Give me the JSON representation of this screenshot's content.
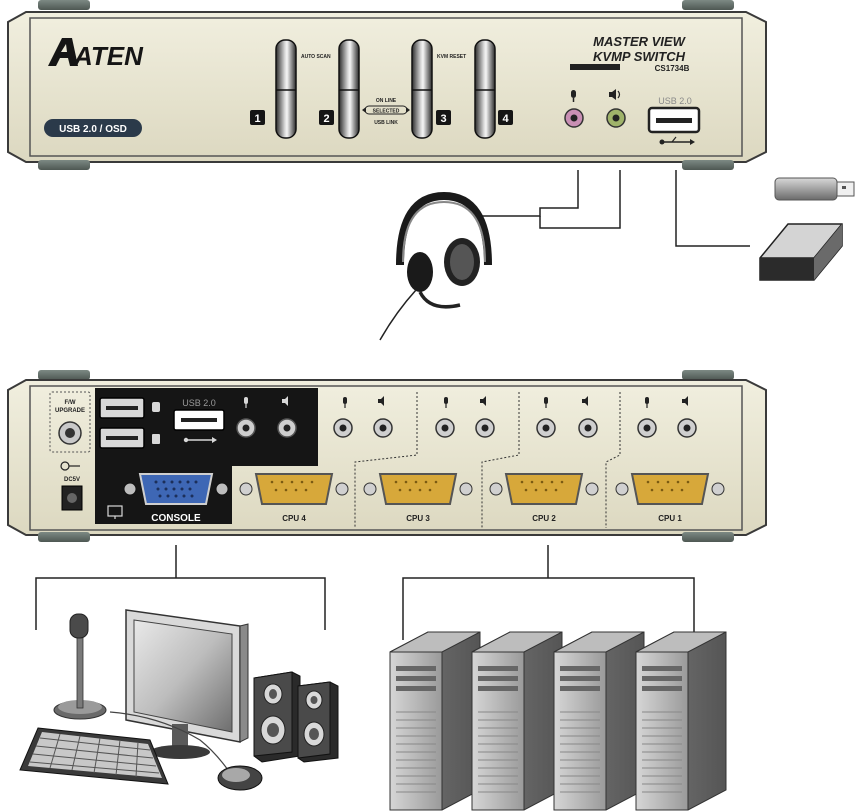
{
  "front_panel": {
    "brand": "ATEN",
    "model_line1": "MASTER VIEW",
    "model_line2": "KVMP SWITCH",
    "model_number": "CS1734B",
    "usb_osd_label": "USB 2.0 / OSD",
    "auto_scan_label": "AUTO SCAN",
    "kvm_reset_label": "KVM RESET",
    "online_label": "ON LINE",
    "selected_label": "SELECTED",
    "usb_link_label": "USB LINK",
    "port_numbers": [
      "1",
      "2",
      "3",
      "4"
    ],
    "usb_port_label": "USB 2.0"
  },
  "rear_panel": {
    "fw_label_line1": "F/W",
    "fw_label_line2": "UPGRADE",
    "power_label": "DC5V",
    "usb_label": "USB 2.0",
    "console_label": "CONSOLE",
    "cpu_labels": [
      "CPU 4",
      "CPU 3",
      "CPU 2",
      "CPU 1"
    ]
  },
  "colors": {
    "panel": "#e9e6d2",
    "panel_border": "#3a3a3a",
    "rear_black": "#151515",
    "vga_blue": "#3e67b5",
    "vga_gold": "#d7a83a",
    "mic_pink": "#c98fb4",
    "speaker_green": "#9fb36a"
  }
}
